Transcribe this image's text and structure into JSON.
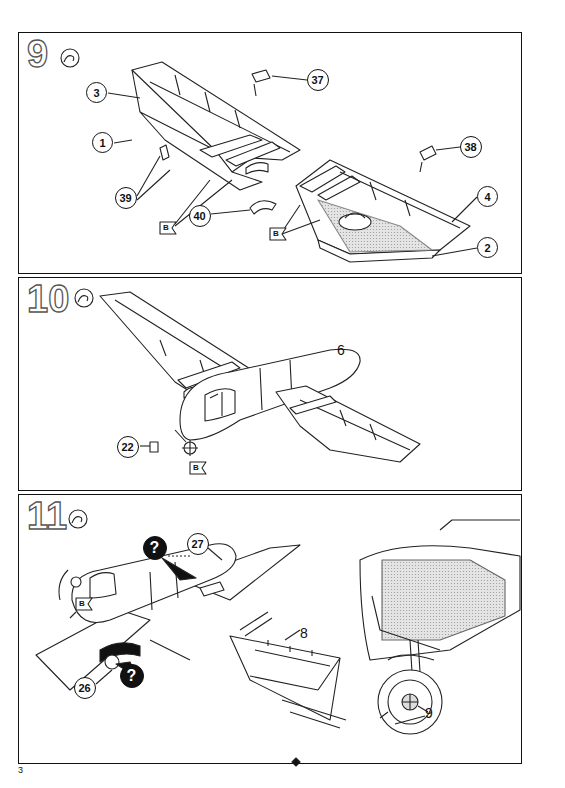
{
  "diagram": {
    "nodes": [
      {
        "text": [
          "9"
        ]
      },
      {
        "text": [
          "37"
        ],
        "in": 0
      },
      {
        "text": [
          "3"
        ],
        "in": 0
      },
      {
        "text": [
          "1"
        ],
        "in": 0
      },
      {
        "text": [
          "38"
        ],
        "in": 0
      },
      {
        "text": [
          "39"
        ],
        "in": 0
      },
      {
        "text": [
          "4"
        ],
        "in": 0
      },
      {
        "text": [
          "40"
        ],
        "in": 0
      },
      {
        "text": [
          "2"
        ],
        "in": 0
      },
      {
        "text": [
          "10"
        ]
      },
      {
        "text": [
          "22"
        ],
        "in": 9
      },
      {
        "text": [
          "11"
        ]
      },
      {
        "text": [
          "?"
        ],
        "in": 11
      },
      {
        "text": [
          "27"
        ],
        "in": 11
      },
      {
        "text": [
          "26"
        ],
        "in": 11
      },
      {
        "text": [
          "?"
        ],
        "in": 11
      }
    ],
    "labels": [
      "B",
      "B",
      "B",
      "6",
      "B",
      "8",
      "9",
      "3"
    ]
  }
}
